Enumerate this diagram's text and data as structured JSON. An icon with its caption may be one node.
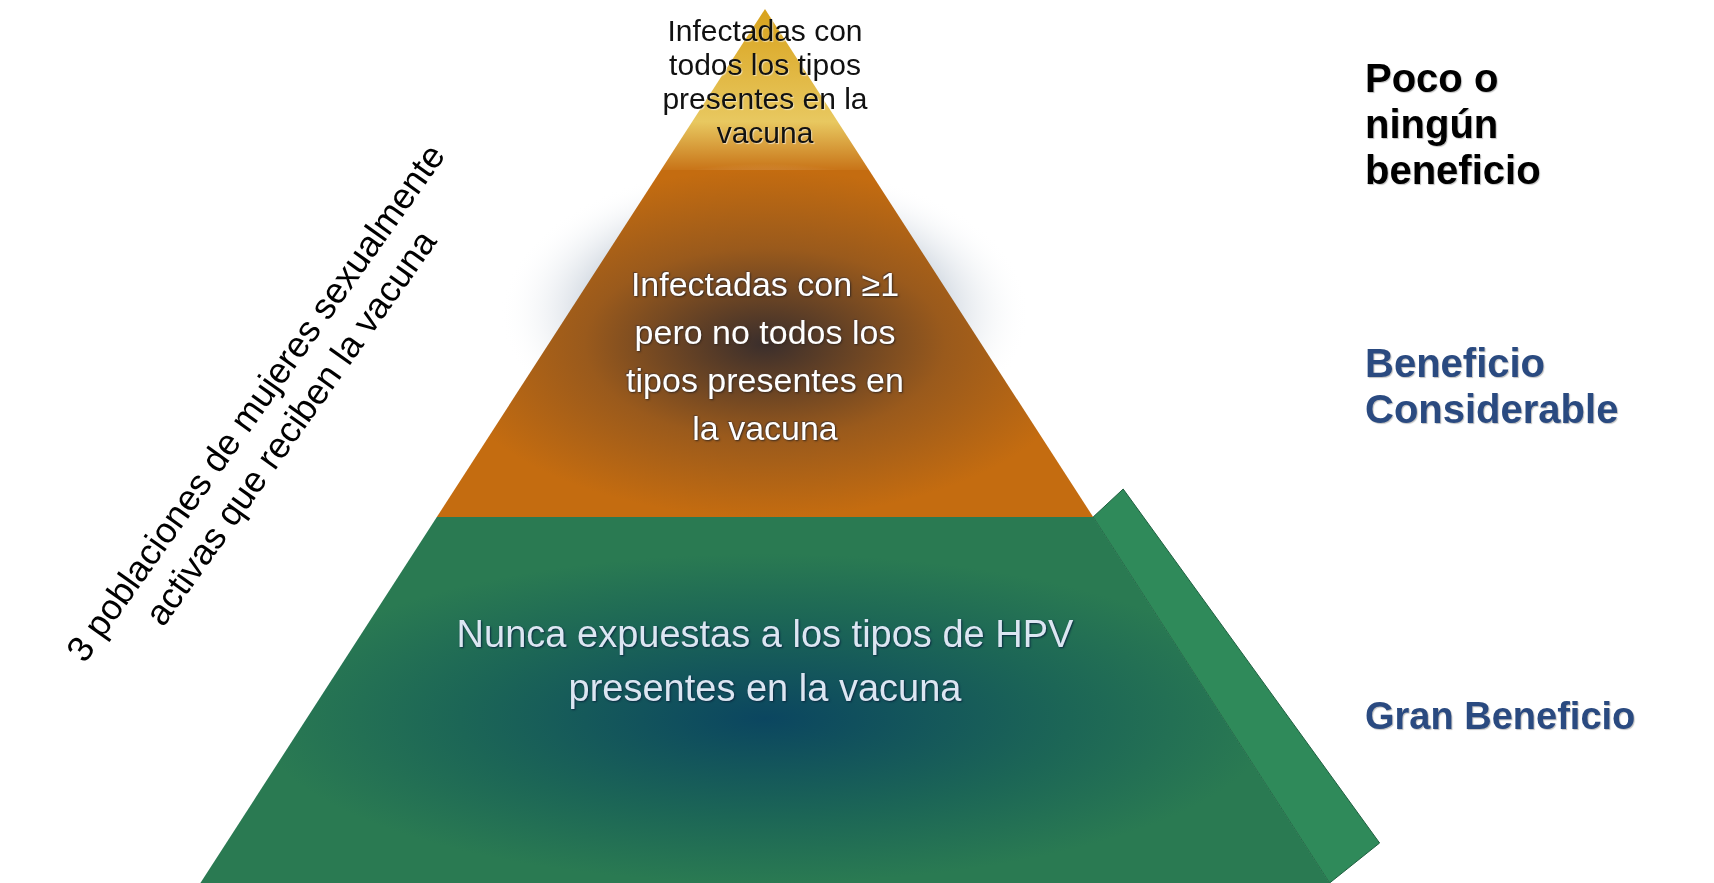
{
  "diagram": {
    "nodes": [
      {
        "text": [
          "Infectadas con todos los tipos presentes en la vacuna"
        ]
      },
      {
        "text": [
          "Infectadas con ≥1 pero no todos los tipos presentes en la vacuna"
        ]
      },
      {
        "text": [
          "Nunca expuestas a los tipos de HPV presentes en la vacuna"
        ]
      }
    ],
    "labels": [
      "3 poblaciones de mujeres sexualmente activas que reciben la vacuna",
      "Poco o ningún beneficio",
      "Beneficio Considerable",
      "Gran Beneficio"
    ]
  }
}
